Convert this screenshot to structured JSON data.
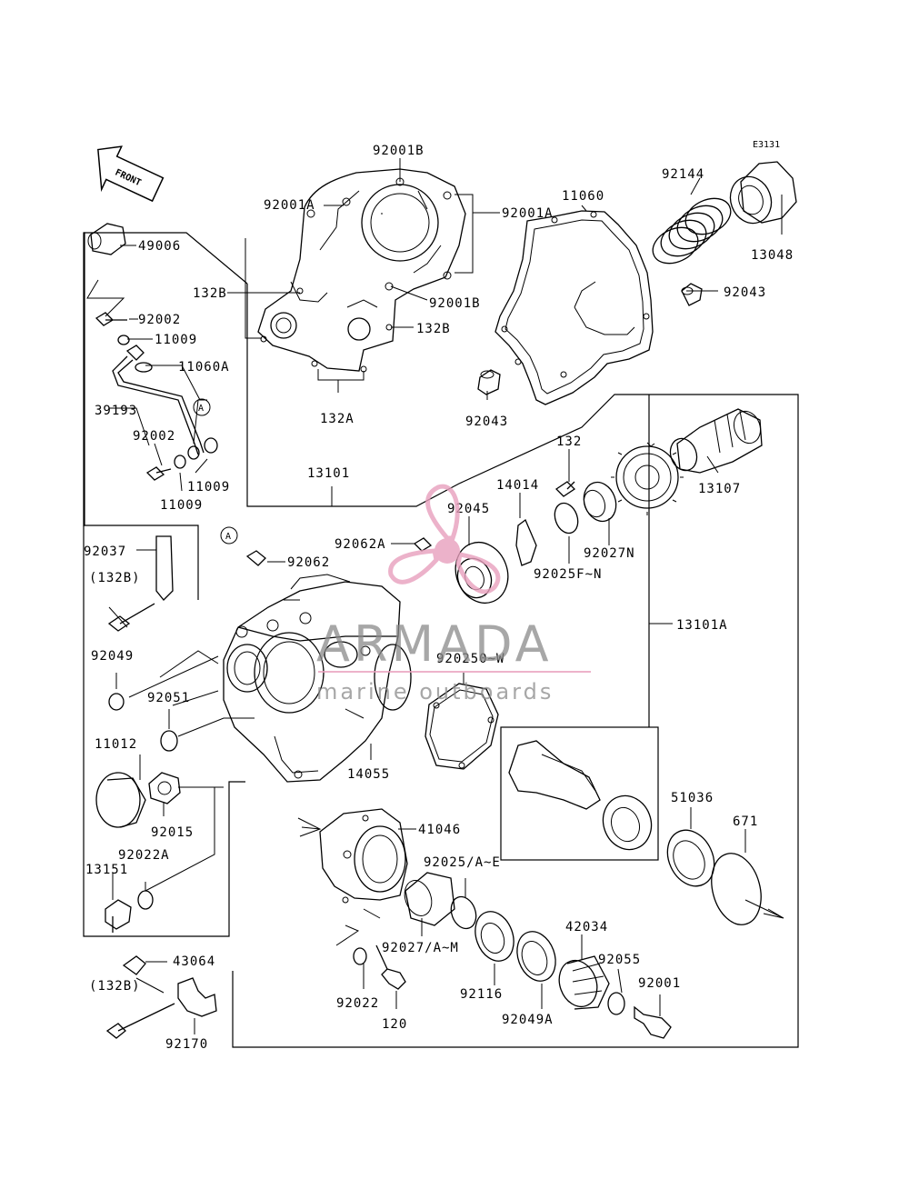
{
  "diagram": {
    "code": "E3131",
    "front_label": "FRONT",
    "callout_a": "A",
    "labels": [
      "92001B",
      "92001A",
      "92001A",
      "92001B",
      "132B",
      "132B",
      "132A",
      "11060",
      "92144",
      "13048",
      "92043",
      "92043",
      "49006",
      "92002",
      "11009",
      "11060A",
      "39193",
      "92002",
      "11009",
      "11009",
      "13101",
      "132",
      "14014",
      "13107",
      "92045",
      "92062A",
      "92027N",
      "92025F~N",
      "92037",
      "(132B)",
      "92062",
      "13101A",
      "92049",
      "92051",
      "11012",
      "92015",
      "920250~W",
      "14055",
      "92022A",
      "13151",
      "41046",
      "51036",
      "671",
      "92025/A~E",
      "92027/A~M",
      "42034",
      "92055",
      "92001",
      "43064",
      "(132B)",
      "92022",
      "92116",
      "92049A",
      "120",
      "92170"
    ]
  },
  "watermark": {
    "brand": "ARMADA",
    "tagline": "marine outboards",
    "accent_color": "#e8a0bd"
  }
}
